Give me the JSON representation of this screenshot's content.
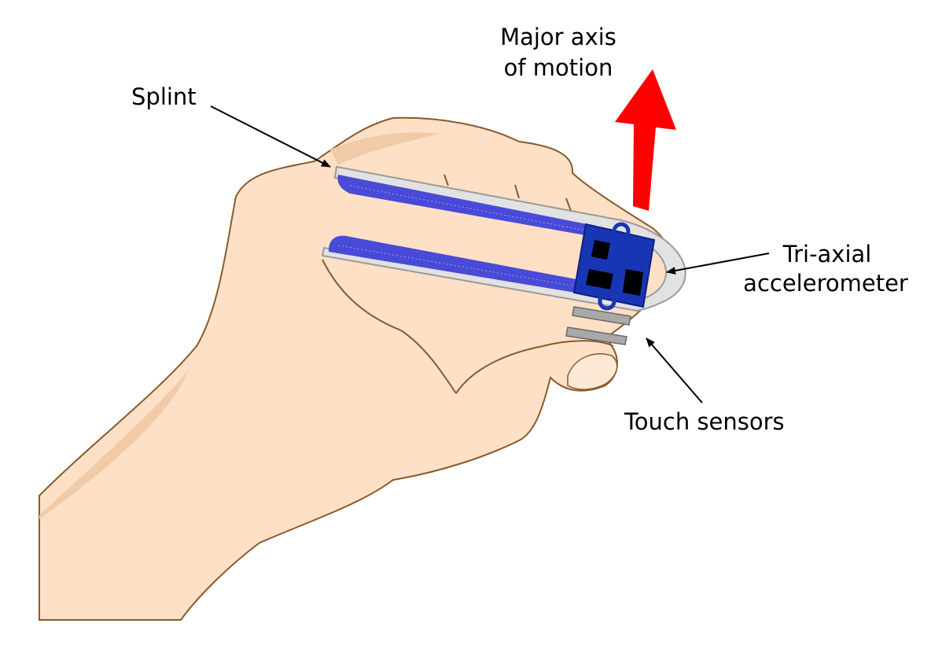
{
  "labels": {
    "splint": "Splint",
    "axis_line1": "Major axis",
    "axis_line2": "of motion",
    "accel_line1": "Tri-axial",
    "accel_line2": "accelerometer",
    "touch": "Touch sensors"
  },
  "colors": {
    "skin": "#fde0c6",
    "skin_shadow": "#f1cba8",
    "skin_outline": "#8a5a2b",
    "splint_frame": "#e2e2e2",
    "splint_outline": "#9a9a9a",
    "splint_padding": "#4a4ad8",
    "accelerometer": "#1836b4",
    "accelerometer_chip": "#000000",
    "touch_sensor": "#a9a9a9",
    "motion_arrow": "#ff0000",
    "pointer": "#000000"
  }
}
